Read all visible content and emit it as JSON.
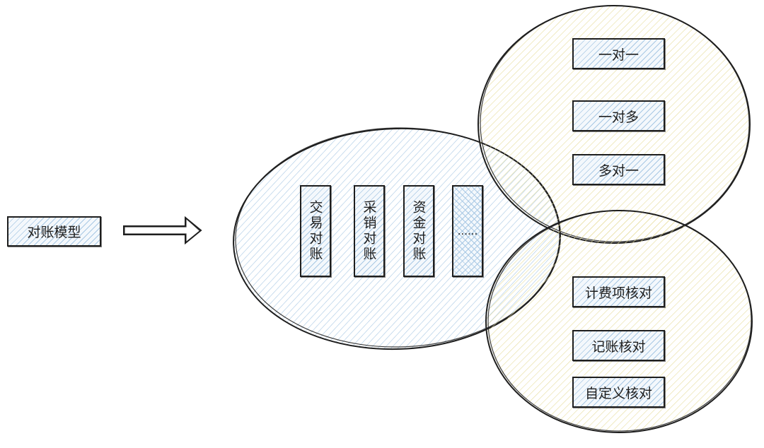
{
  "colors": {
    "stroke": "#1e1e1e",
    "blue_hatch": "#a8c8e4",
    "yellow_hatch": "#e6dc98",
    "box_background": "#f4f8fc"
  },
  "model_box": {
    "label": "对账模型"
  },
  "scenarios": [
    "交易对账",
    "采销对账",
    "资金对账",
    "......"
  ],
  "relations": [
    "一对一",
    "一对多",
    "多对一"
  ],
  "checks": [
    "计费项核对",
    "记账核对",
    "自定义核对"
  ]
}
